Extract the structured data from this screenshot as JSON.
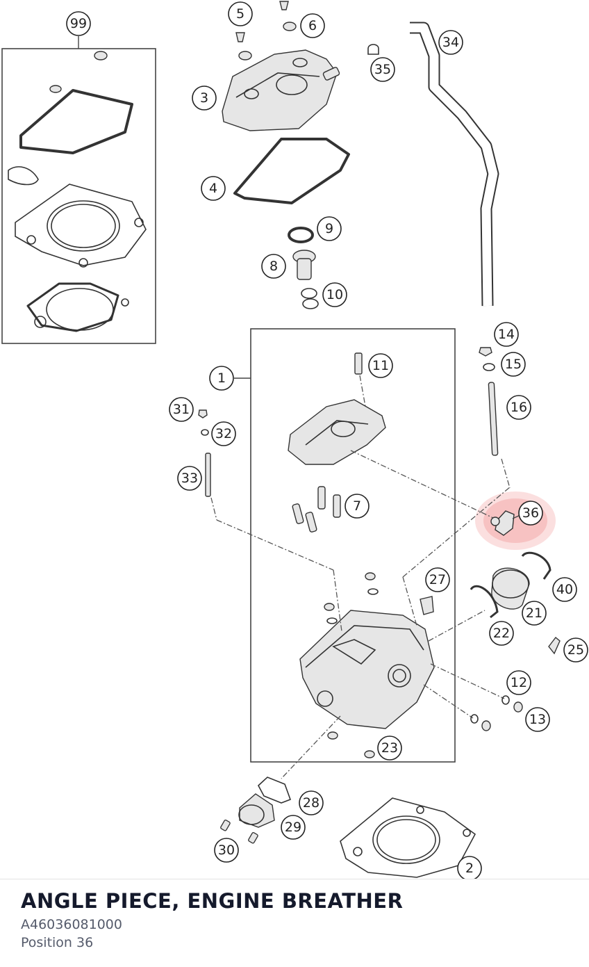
{
  "diagram": {
    "highlight_color": "#f28b8b",
    "highlighted_callout": "36",
    "callouts": [
      {
        "label": "99"
      },
      {
        "label": "5"
      },
      {
        "label": "6"
      },
      {
        "label": "3"
      },
      {
        "label": "35"
      },
      {
        "label": "34"
      },
      {
        "label": "4"
      },
      {
        "label": "9"
      },
      {
        "label": "8"
      },
      {
        "label": "10"
      },
      {
        "label": "14"
      },
      {
        "label": "11"
      },
      {
        "label": "15"
      },
      {
        "label": "1"
      },
      {
        "label": "16"
      },
      {
        "label": "31"
      },
      {
        "label": "32"
      },
      {
        "label": "33"
      },
      {
        "label": "7"
      },
      {
        "label": "36"
      },
      {
        "label": "27"
      },
      {
        "label": "40"
      },
      {
        "label": "21"
      },
      {
        "label": "22"
      },
      {
        "label": "25"
      },
      {
        "label": "12"
      },
      {
        "label": "13"
      },
      {
        "label": "23"
      },
      {
        "label": "28"
      },
      {
        "label": "29"
      },
      {
        "label": "30"
      },
      {
        "label": "2"
      }
    ]
  },
  "part": {
    "title": "ANGLE PIECE, ENGINE BREATHER",
    "number": "A46036081000",
    "position": "Position 36"
  }
}
